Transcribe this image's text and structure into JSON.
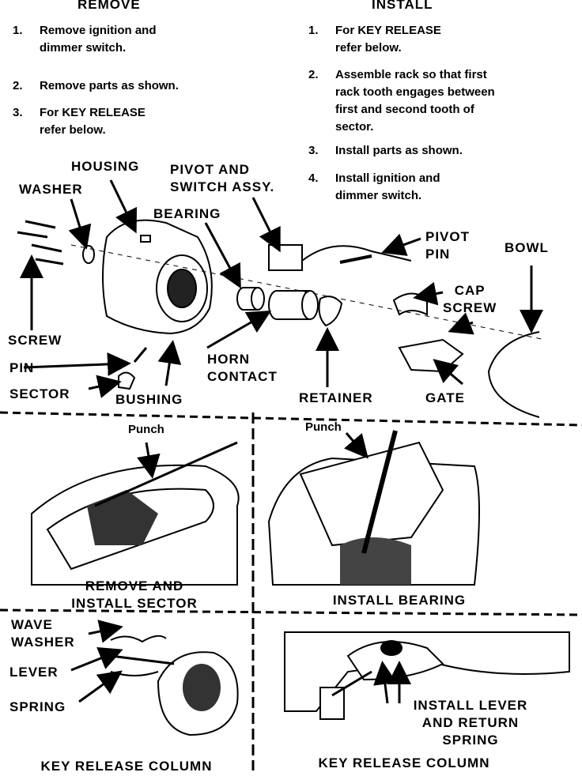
{
  "remove": {
    "header": "REMOVE",
    "steps": [
      {
        "num": "1.",
        "text": "Remove ignition and\ndimmer switch."
      },
      {
        "num": "2.",
        "text": "Remove parts as shown."
      },
      {
        "num": "3.",
        "text": "For KEY RELEASE\nrefer below."
      }
    ]
  },
  "install": {
    "header": "INSTALL",
    "steps": [
      {
        "num": "1.",
        "text": "For KEY RELEASE\nrefer below."
      },
      {
        "num": "2.",
        "text": "Assemble rack so that first\nrack tooth engages between\nfirst and second tooth of\nsector."
      },
      {
        "num": "3.",
        "text": "Install parts as shown."
      },
      {
        "num": "4.",
        "text": "Install ignition and\ndimmer switch."
      }
    ]
  },
  "labels": {
    "housing": "HOUSING",
    "washer": "WASHER",
    "pivot_switch": "PIVOT AND\nSWITCH ASSY.",
    "bearing": "BEARING",
    "pivot_pin": "PIVOT\nPIN",
    "bowl": "BOWL",
    "cap_screw": "CAP\nSCREW",
    "screw": "SCREW",
    "pin": "PIN",
    "sector": "SECTOR",
    "bushing": "BUSHING",
    "horn_contact": "HORN\nCONTACT",
    "retainer": "RETAINER",
    "gate": "GATE"
  },
  "panels": {
    "sector": {
      "punch": "Punch",
      "caption": "REMOVE AND\nINSTALL SECTOR"
    },
    "bearing": {
      "punch": "Punch",
      "caption": "INSTALL BEARING"
    },
    "key_left": {
      "wave_washer": "WAVE\nWASHER",
      "lever": "LEVER",
      "spring": "SPRING",
      "caption": "KEY RELEASE COLUMN"
    },
    "key_right": {
      "install_lever": "INSTALL LEVER\nAND RETURN\nSPRING",
      "caption": "KEY RELEASE COLUMN"
    }
  }
}
